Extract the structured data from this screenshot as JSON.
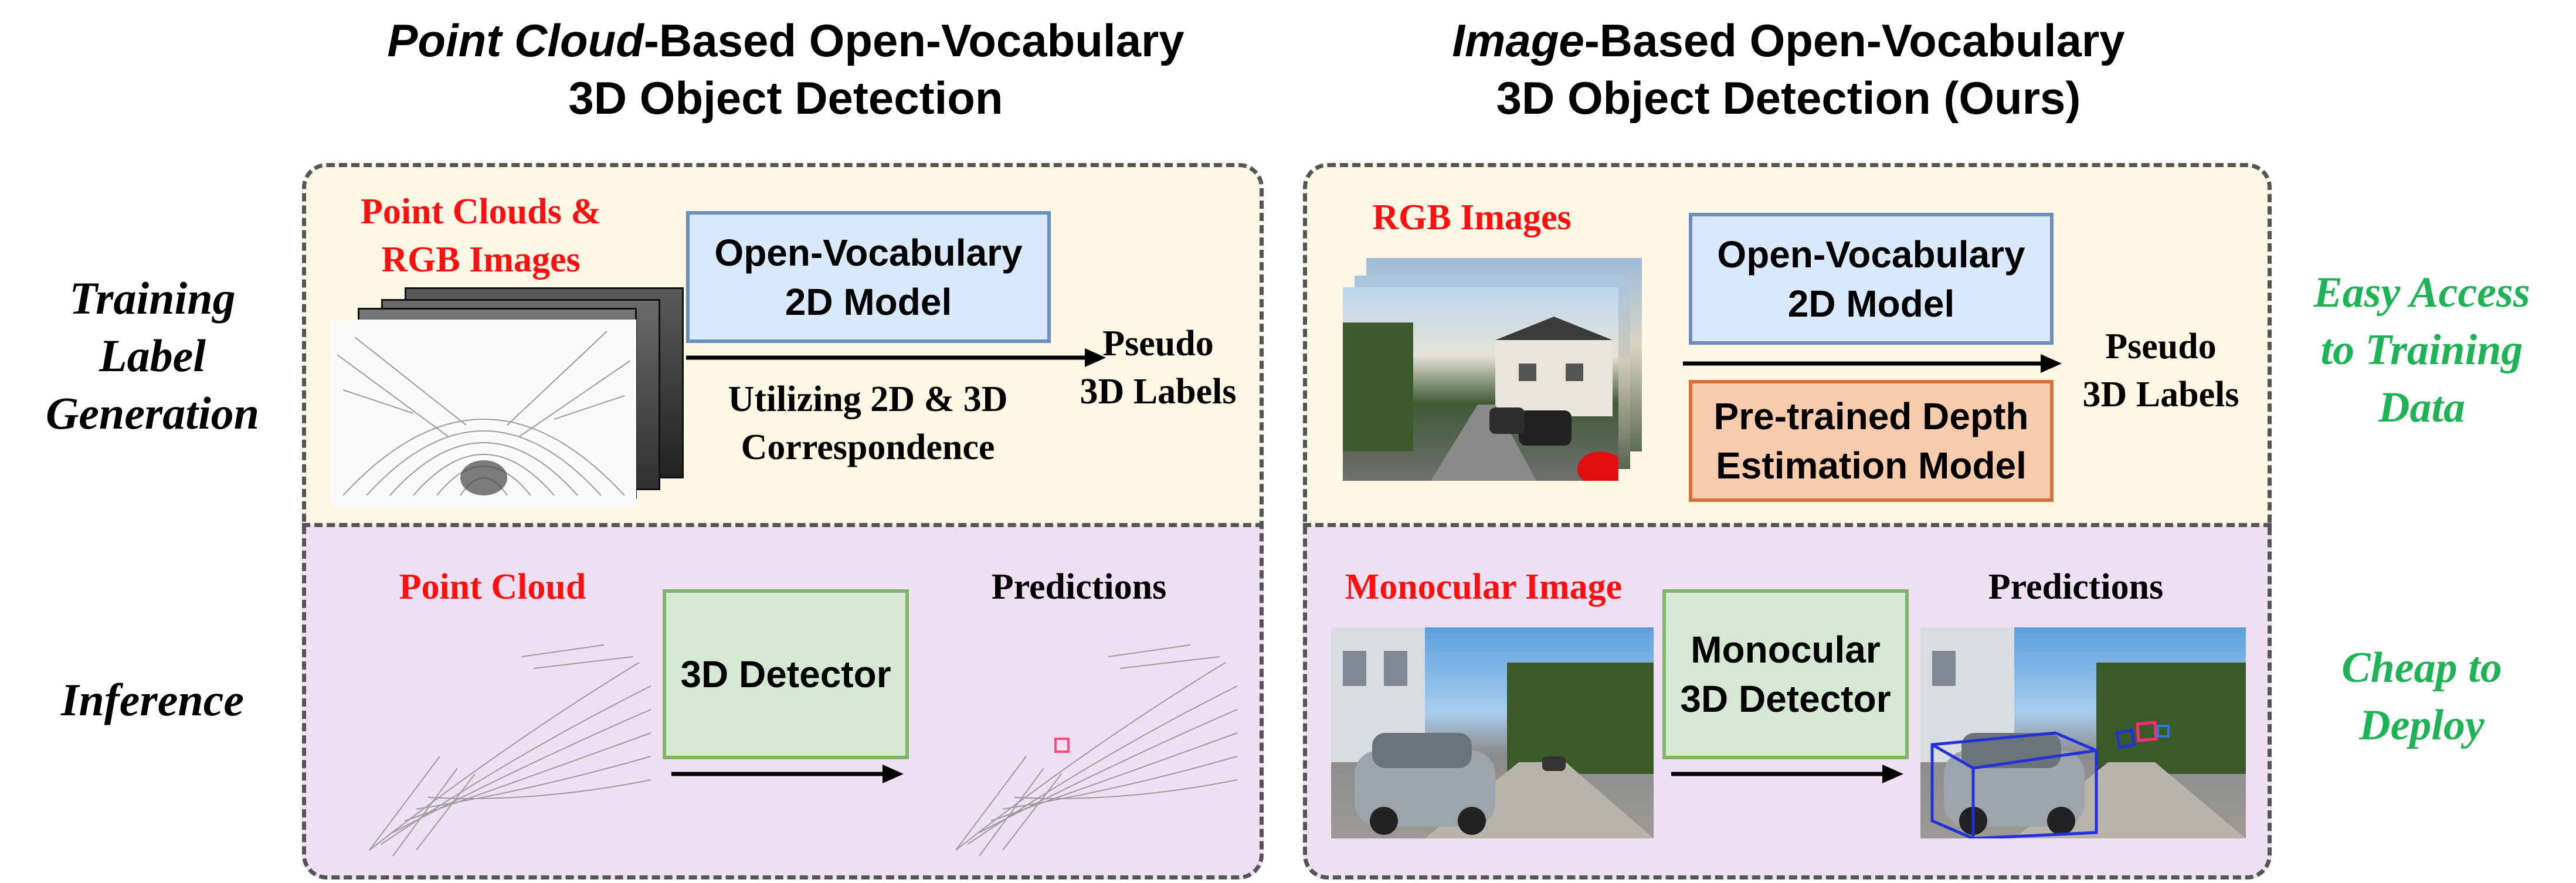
{
  "left_title": {
    "line1_italic": "Point Cloud",
    "line1_rest": "-Based Open-Vocabulary",
    "line2": "3D Object Detection"
  },
  "right_title": {
    "line1_italic": "Image",
    "line1_rest": "-Based Open-Vocabulary",
    "line2": "3D Object Detection (Ours)"
  },
  "row_labels": {
    "training": [
      "Training",
      "Label",
      "Generation"
    ],
    "inference": "Inference"
  },
  "left_training": {
    "input_label": [
      "Point Clouds &",
      "RGB Images"
    ],
    "model_box": [
      "Open-Vocabulary",
      "2D Model"
    ],
    "arrow_caption": [
      "Utilizing 2D & 3D",
      "Correspondence"
    ],
    "output": [
      "Pseudo",
      "3D Labels"
    ]
  },
  "right_training": {
    "input_label": "RGB Images",
    "model_box": [
      "Open-Vocabulary",
      "2D Model"
    ],
    "depth_box": [
      "Pre-trained Depth",
      "Estimation Model"
    ],
    "output": [
      "Pseudo",
      "3D Labels"
    ]
  },
  "left_inference": {
    "input_label": "Point Cloud",
    "detector": "3D Detector",
    "output_label": "Predictions"
  },
  "right_inference": {
    "input_label": "Monocular Image",
    "detector": [
      "Monocular",
      "3D Detector"
    ],
    "output_label": "Predictions"
  },
  "benefits": {
    "training": [
      "Easy Access",
      "to Training",
      "Data"
    ],
    "inference": [
      "Cheap to",
      "Deploy"
    ]
  },
  "colors": {
    "red": "#ff1010",
    "green": "#1fb356",
    "train_bg": "#fbf7e4",
    "inference_bg": "#efdff2"
  }
}
